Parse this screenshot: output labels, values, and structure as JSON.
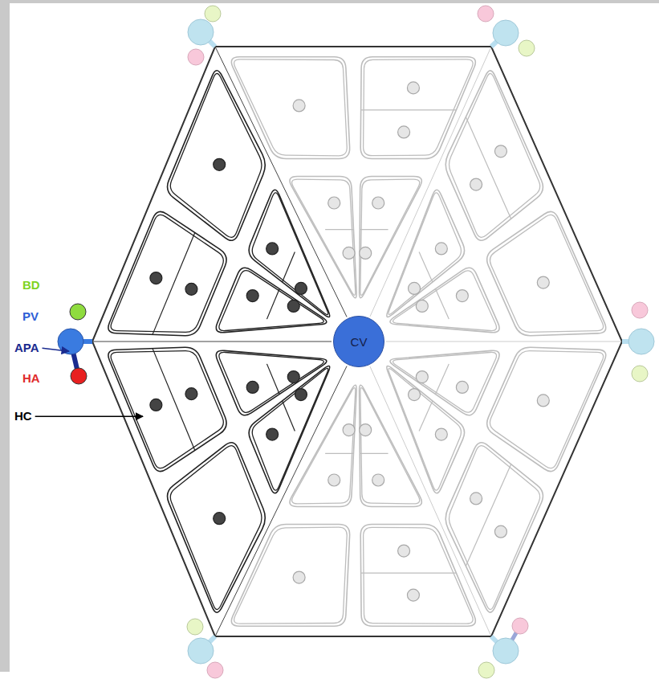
{
  "diagram": {
    "nodes": [
      {
        "text": [
          "CV"
        ]
      }
    ],
    "labels": [
      "BD",
      "PV",
      "APA",
      "HA",
      "HC"
    ]
  }
}
